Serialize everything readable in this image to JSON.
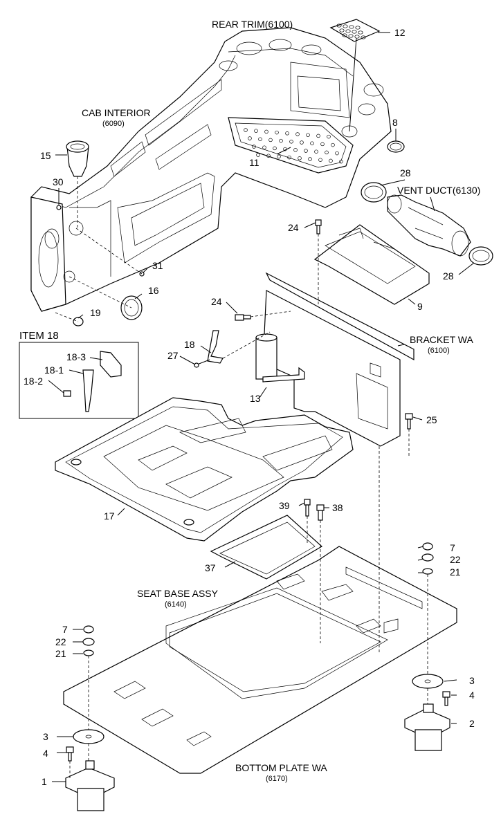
{
  "assemblies": {
    "rear_trim": {
      "name": "REAR TRIM",
      "code": "(6100)"
    },
    "cab_interior": {
      "name": "CAB INTERIOR",
      "code": "(6090)"
    },
    "vent_duct": {
      "name": "VENT DUCT",
      "code": "(6130)"
    },
    "bracket_wa": {
      "name": "BRACKET WA",
      "code": "(6100)"
    },
    "seat_base": {
      "name": "SEAT BASE ASSY",
      "code": "(6140)"
    },
    "bottom_plate": {
      "name": "BOTTOM PLATE WA",
      "code": "(6170)"
    }
  },
  "item18": {
    "title": "ITEM 18",
    "callouts": [
      "18-3",
      "18-1",
      "18-2"
    ]
  },
  "callouts": [
    "12",
    "8",
    "11",
    "28",
    "15",
    "30",
    "31",
    "16",
    "19",
    "24",
    "9",
    "28",
    "24",
    "18",
    "27",
    "13",
    "25",
    "17",
    "39",
    "38",
    "37",
    "7",
    "22",
    "21",
    "7",
    "22",
    "21",
    "3",
    "4",
    "2",
    "3",
    "4",
    "1"
  ]
}
